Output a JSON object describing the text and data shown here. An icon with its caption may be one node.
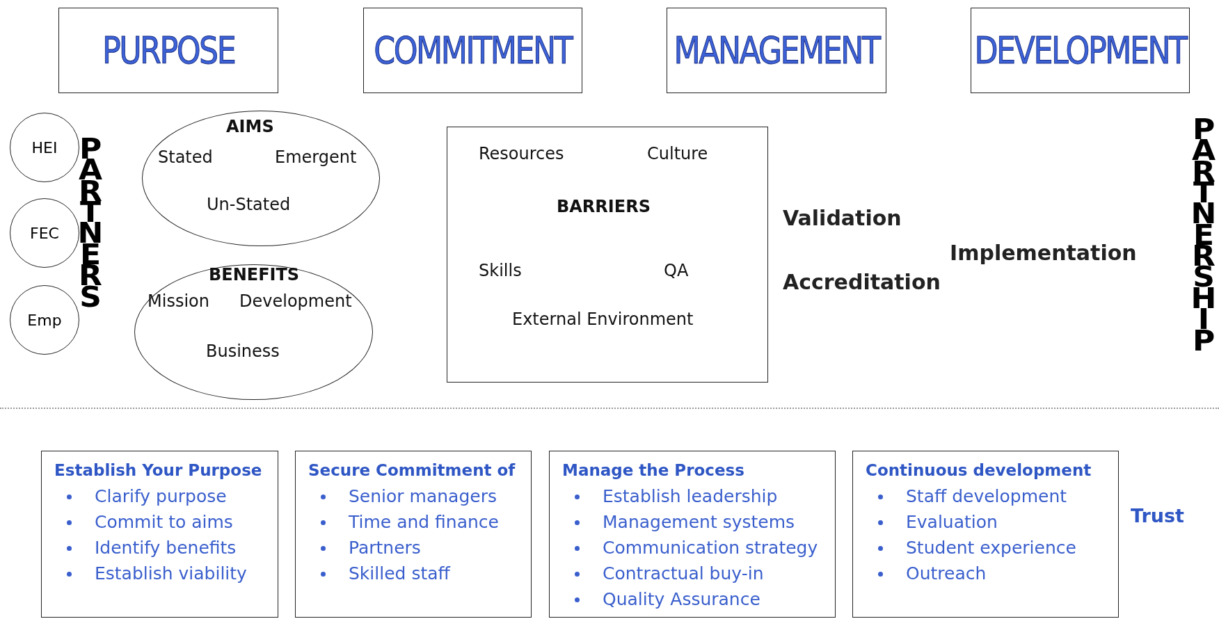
{
  "diagram": {
    "nodes": [
      {
        "text": [
          "PURPOSE"
        ]
      },
      {
        "text": [
          "COMMITMENT"
        ]
      },
      {
        "text": [
          "MANAGEMENT"
        ]
      },
      {
        "text": [
          "DEVELOPMENT"
        ]
      },
      {
        "text": [
          "HEI"
        ]
      },
      {
        "text": [
          "FEC"
        ]
      },
      {
        "text": [
          "Emp"
        ]
      },
      {
        "text": [
          "AIMS",
          "Stated",
          "Emergent",
          "Un-Stated"
        ]
      },
      {
        "text": [
          "BENEFITS",
          "Mission",
          "Development",
          "Business"
        ]
      },
      {
        "text": [
          "Resources",
          "Culture",
          "BARRIERS",
          "Skills",
          "QA",
          "External Environment"
        ]
      },
      {
        "text": [
          "Establish Your Purpose",
          "Clarify purpose",
          "Commit to aims",
          "Identify benefits",
          "Establish viability"
        ]
      },
      {
        "text": [
          "Secure Commitment of",
          "Senior managers",
          "Time and finance",
          "Partners",
          "Skilled staff"
        ]
      },
      {
        "text": [
          "Manage the Process",
          "Establish leadership",
          "Management systems",
          "Communication strategy",
          "Contractual buy-in",
          "Quality Assurance"
        ]
      },
      {
        "text": [
          "Continuous development",
          "Staff development",
          "Evaluation",
          "Student experience",
          "Outreach"
        ]
      }
    ],
    "edges": [],
    "labels": [
      "PARTNERS",
      "Validation",
      "Implementation",
      "Accreditation",
      "PARTNERSHIP",
      "Trust"
    ]
  }
}
